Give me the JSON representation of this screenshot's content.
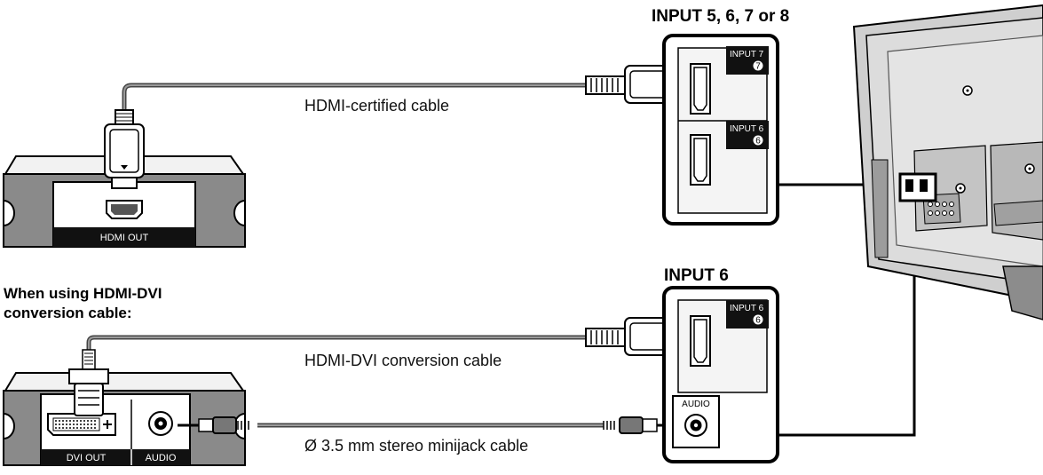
{
  "labels": {
    "top_port_group": "INPUT 5, 6, 7 or 8",
    "bottom_port_group": "INPUT 6",
    "hdmi_dvi_note_line1": "When using HDMI-DVI",
    "hdmi_dvi_note_line2": "conversion cable:"
  },
  "cables": {
    "hdmi": "HDMI-certified cable",
    "hdmi_dvi": "HDMI-DVI conversion cable",
    "minijack": "Ø 3.5 mm stereo minijack cable"
  },
  "devices": {
    "top_device_port": "HDMI OUT",
    "bottom_device_dvi_port": "DVI OUT",
    "bottom_device_audio_port": "AUDIO"
  },
  "panel_ports": {
    "input7": "INPUT 7",
    "input7_num": "7",
    "input6_top": "INPUT 6",
    "input6_top_num": "6",
    "input6_bottom": "INPUT 6",
    "input6_bottom_num": "6",
    "audio": "AUDIO"
  }
}
